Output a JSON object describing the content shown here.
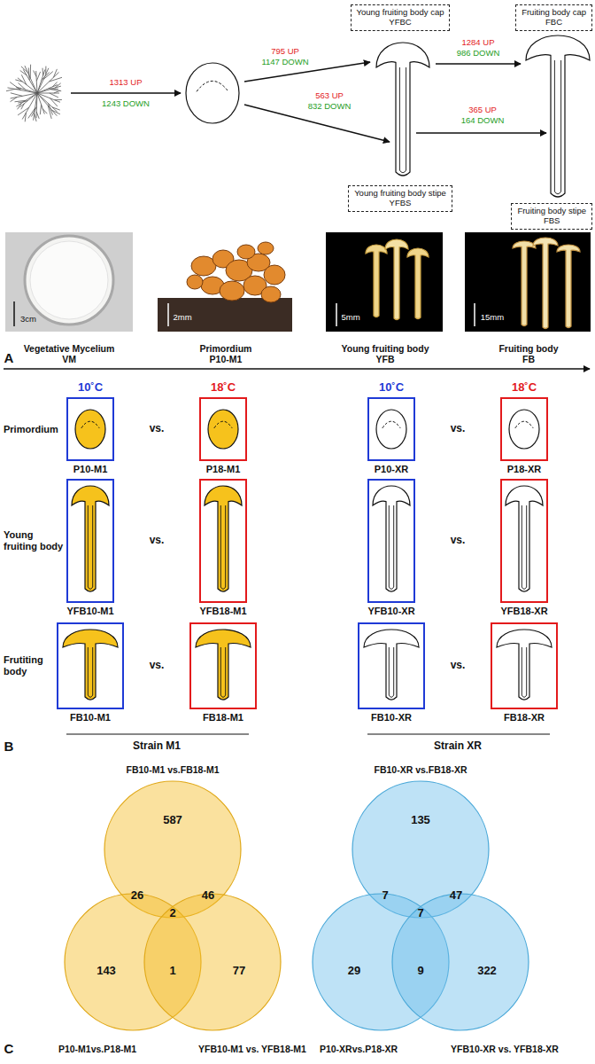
{
  "diagram": {
    "nodes": [
      {
        "text": [
          "Young fruiting body cap",
          "YFBC"
        ]
      },
      {
        "text": [
          "Fruiting body cap",
          "FBC"
        ]
      },
      {
        "text": [
          "Young fruiting body stipe",
          "YFBS"
        ]
      },
      {
        "text": [
          "Fruiting body stipe",
          "FBS"
        ]
      },
      {
        "text": [
          "P10-M1"
        ]
      },
      {
        "text": [
          "P18-M1"
        ]
      },
      {
        "text": [
          "P10-XR"
        ]
      },
      {
        "text": [
          "P18-XR"
        ]
      },
      {
        "text": [
          "YFB10-M1"
        ]
      },
      {
        "text": [
          "YFB18-M1"
        ]
      },
      {
        "text": [
          "YFB10-XR"
        ]
      },
      {
        "text": [
          "YFB18-XR"
        ]
      },
      {
        "text": [
          "FB10-M1"
        ]
      },
      {
        "text": [
          "FB18-M1"
        ]
      },
      {
        "text": [
          "FB10-XR"
        ]
      },
      {
        "text": [
          "FB18-XR"
        ]
      },
      {
        "text": [
          "FB10-M1 vs.FB18-M1"
        ]
      },
      {
        "text": [
          "P10-M1vs.P18-M1"
        ]
      },
      {
        "text": [
          "YFB10-M1 vs. YFB18-M1"
        ]
      },
      {
        "text": [
          "FB10-XR vs.FB18-XR"
        ]
      },
      {
        "text": [
          "P10-XRvs.P18-XR"
        ]
      },
      {
        "text": [
          "YFB10-XR vs. YFB18-XR"
        ]
      }
    ],
    "labels": [
      "1313 UP",
      "1243 DOWN",
      "795 UP",
      "1147 DOWN",
      "563 UP",
      "832 DOWN",
      "1284 UP",
      "986 DOWN",
      "365 UP",
      "164 DOWN",
      "3cm",
      "2mm",
      "5mm",
      "15mm",
      "Vegetative Mycelium",
      "VM",
      "Primordium",
      "P10-M1",
      "Young fruiting body",
      "YFB",
      "Fruiting body",
      "FB",
      "A",
      "10˚C",
      "18˚C",
      "10˚C",
      "18˚C",
      "Primordium",
      "Young fruiting body",
      "Frutiting body",
      "vs.",
      "vs.",
      "vs.",
      "vs.",
      "vs.",
      "vs.",
      "Strain M1",
      "Strain XR",
      "B",
      "587",
      "26",
      "46",
      "2",
      "143",
      "1",
      "77",
      "135",
      "7",
      "47",
      "7",
      "29",
      "9",
      "322",
      "C"
    ]
  }
}
